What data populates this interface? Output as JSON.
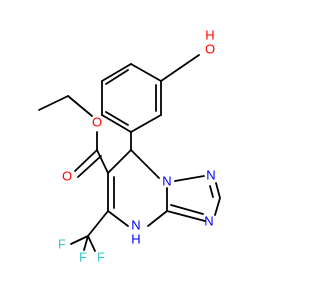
{
  "molecule": {
    "atoms": {
      "o_hydroxyl": "O",
      "h_hydroxyl": "H",
      "o_ester_single": "O",
      "o_carbonyl": "O",
      "n_ring_a": "N",
      "n_ring_b": "N",
      "n_ring_c": "N",
      "nh_n": "N",
      "nh_h": "H",
      "f_1": "F",
      "f_2": "F",
      "f_3": "F"
    },
    "colors": {
      "bond": "#000000",
      "oxygen": "#ff0000",
      "nitrogen": "#0000ff",
      "fluorine": "#33cccc",
      "background": "#ffffff"
    }
  }
}
